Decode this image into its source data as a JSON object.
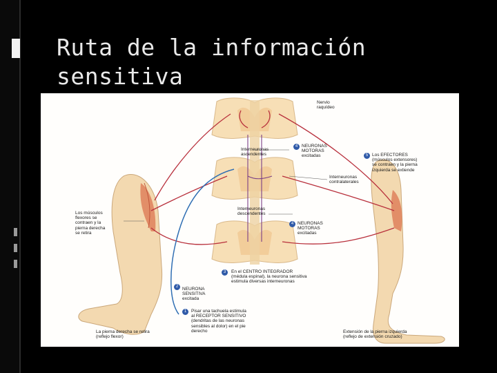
{
  "slide": {
    "title": "Ruta de la información\nsensitiva"
  },
  "figure": {
    "labels": {
      "nervio": "Nervio\nraquídeo",
      "inter_asc": "Interneuronas\nascendentes",
      "neuronas_motoras_1": "NEURONAS\nMOTORAS\nexcitadas",
      "efectores": "Los EFECTORES\n(músculos extensores)\nse contraen y la pierna\nizquierda se extiende",
      "inter_contra": "Interneuronas\ncontralaterales",
      "musculos_flexores": "Los músculos\nflexores se\ncontraen y la\npierna derecha\nse retira",
      "inter_desc": "Interneuronas\ndescendentes",
      "neuronas_motoras_2": "NEURONAS\nMOTORAS\nexcitadas",
      "centro_integrador": "En el CENTRO INTEGRADOR\n(médula espinal), la neurona sensitiva\nestimula diversas interneuronas",
      "neurona_sensitiva": "NEURONA\nSENSITIVA\nexcitada",
      "receptor": "Pisar una tachuela estimula\nal RECEPTOR SENSITIVO\n(dendritas de las neuronas\nsensibles al dolor) en el pie\nderecho",
      "pierna_derecha": "La pierna derecha se retira\n(reflejo flexor)",
      "pierna_izquierda": "Extensión de la pierna izquierda\n(reflejo de extensión cruzado)"
    },
    "step_numbers": {
      "n1": "1",
      "n2": "2",
      "n3": "3",
      "n4a": "4",
      "n4b": "4",
      "n5": "5"
    }
  }
}
